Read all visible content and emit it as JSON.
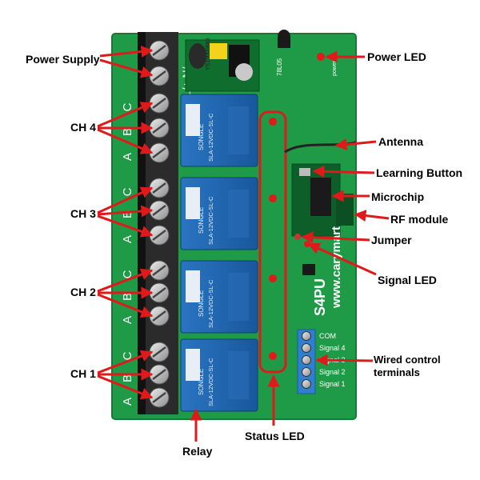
{
  "board": {
    "model_text": "S4PU",
    "website_text": "www.carymart",
    "brand_text": "SONGLE",
    "relay_model_text": "SLA-12VDC-SL-C",
    "power_module_text": "YS10000583",
    "terminal_letters": [
      "C",
      "B",
      "A"
    ],
    "power_terminal_text": "L/+ N/-",
    "terminal_block_labels": [
      "COM",
      "Signal 4",
      "Signal 3",
      "Signal 2",
      "Signal 1"
    ],
    "pcb_color": "#1f9a46",
    "relay_color": "#1d63ad"
  },
  "labels": {
    "power_supply": "Power Supply",
    "ch4": "CH 4",
    "ch3": "CH 3",
    "ch2": "CH 2",
    "ch1": "CH 1",
    "power_led": "Power LED",
    "antenna": "Antenna",
    "learning_button": "Learning Button",
    "microchip": "Microchip",
    "rf_module": "RF module",
    "jumper": "Jumper",
    "signal_led": "Signal LED",
    "wired_control_line1": "Wired control",
    "wired_control_line2": "terminals",
    "status_led": "Status LED",
    "relay": "Relay"
  },
  "annotation_color": "#e0191a"
}
